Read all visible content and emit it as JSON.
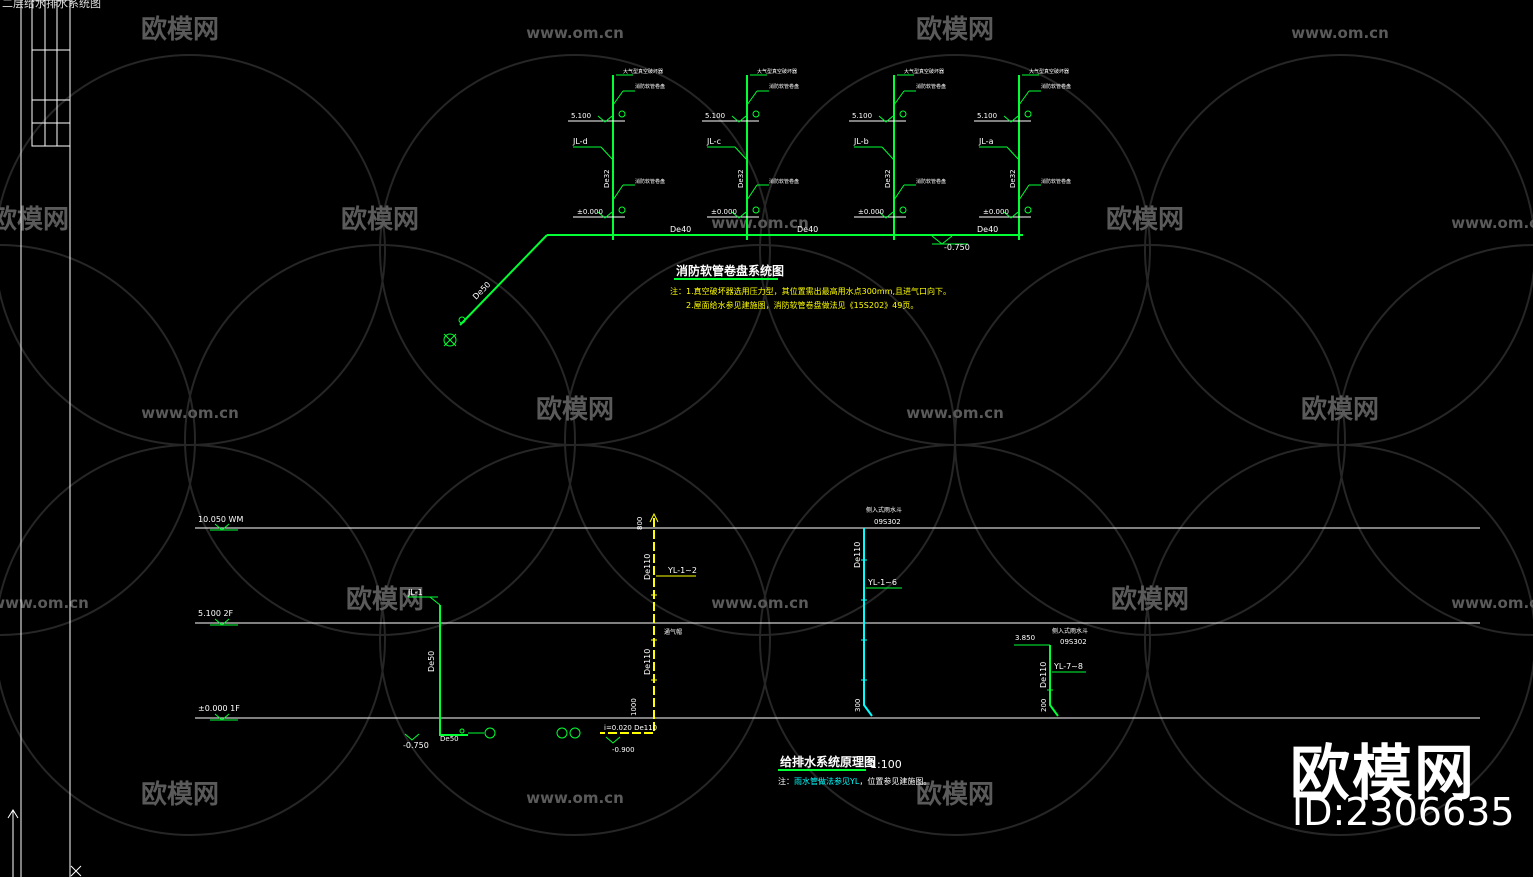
{
  "window": {
    "tab_text": "二层给水排水系统图"
  },
  "watermark": {
    "brand_cn": "欧模网",
    "site": "www.om.cn"
  },
  "brand": {
    "name": "欧模网",
    "id": "ID:2306635"
  },
  "colors": {
    "pipe_green": "#00ff33",
    "pipe_yellow": "#ffff00",
    "pipe_cyan": "#00ffff",
    "line_white": "#ffffff",
    "text_yellow": "#ffff00"
  },
  "top_diagram": {
    "title": "消防软管卷盘系统图",
    "notes": [
      "注：1.真空破坏器选用压力型，其位置需出最高用水点300mm,且进气口向下。",
      "2.屋面给水参见建施图，消防软管卷盘做法见《15S202》49页。"
    ],
    "risers": [
      {
        "id": "JL-d",
        "elev_top": "5.100",
        "elev_bottom": "±0.000",
        "size": "De32",
        "label_top1": "大气型真空破坏器",
        "label_top2": "消防软管卷盘",
        "label_mid": "消防软管卷盘"
      },
      {
        "id": "JL-c",
        "elev_top": "5.100",
        "elev_bottom": "±0.000",
        "size": "De32",
        "label_top1": "大气型真空破坏器",
        "label_top2": "消防软管卷盘",
        "label_mid": "消防软管卷盘"
      },
      {
        "id": "JL-b",
        "elev_top": "5.100",
        "elev_bottom": "±0.000",
        "size": "De32",
        "label_top1": "大气型真空破坏器",
        "label_top2": "消防软管卷盘",
        "label_mid": "消防软管卷盘"
      },
      {
        "id": "JL-a",
        "elev_top": "5.100",
        "elev_bottom": "±0.000",
        "size": "De32",
        "label_top1": "大气型真空破坏器",
        "label_top2": "消防软管卷盘",
        "label_mid": "消防软管卷盘"
      }
    ],
    "main_sizes": [
      "De40",
      "De40",
      "De40"
    ],
    "main_elev": "-0.750",
    "branch_size": "De50"
  },
  "bottom_diagram": {
    "title": "给排水系统原理图",
    "scale": "1:100",
    "note_prefix": "注：",
    "note_cyan": "雨水管做法参见YL",
    "note_rest": "，位置参见建施图。",
    "floors": [
      {
        "label": "10.050 WM"
      },
      {
        "label": "5.100 2F"
      },
      {
        "label": "±0.000 1F"
      }
    ],
    "jl1": {
      "id": "JL-1",
      "size": "De50",
      "elev": "-0.750",
      "size2": "De50"
    },
    "yl12": {
      "id": "YL-1~2",
      "size_top": "De110",
      "size_bottom": "De110",
      "dim_top": "800",
      "dim_bottom": "1000",
      "cleanout": "通气帽",
      "elev_base": "i=0.020 De110",
      "elev_low": "-0.900"
    },
    "yl16": {
      "id": "YL-1~6",
      "size": "De110",
      "outlet": "侧入式雨水斗",
      "std": "09S302",
      "dim_bottom": "300"
    },
    "yl78": {
      "id": "YL-7~8",
      "size": "De110",
      "outlet": "侧入式雨水斗",
      "std": "09S302",
      "elev": "3.850",
      "dim_bottom": "200"
    }
  }
}
